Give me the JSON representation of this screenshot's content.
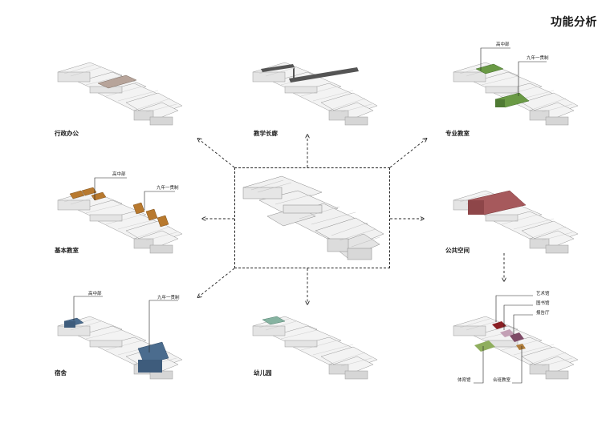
{
  "title": "功能分析",
  "panels": {
    "admin": {
      "caption": "行政办公"
    },
    "corridor": {
      "caption": "教学长廊"
    },
    "special": {
      "caption": "专业教室",
      "callouts": [
        "高中部",
        "九年一贯制"
      ]
    },
    "basic": {
      "caption": "基本教室",
      "callouts": [
        "高中部",
        "九年一贯制"
      ]
    },
    "public": {
      "caption": "公共空间"
    },
    "dorm": {
      "caption": "宿舍",
      "callouts": [
        "高中部",
        "九年一贯制"
      ]
    },
    "kinder": {
      "caption": "幼儿园"
    },
    "venues": {
      "callouts": [
        "艺术馆",
        "图书馆",
        "报告厅",
        "体育馆",
        "合班教室"
      ]
    }
  },
  "colors": {
    "admin": "#b7a49a",
    "corridor": "#555555",
    "special": "#6a9a45",
    "basic": "#b8792e",
    "public": "#a6595c",
    "dorm": "#4b6c8e",
    "kinder": "#86b3a1",
    "art": "#8a1f24",
    "library": "#c3a0b5",
    "hall": "#7e4a66",
    "gym": "#8fae5e",
    "classroom": "#b07e3c"
  }
}
